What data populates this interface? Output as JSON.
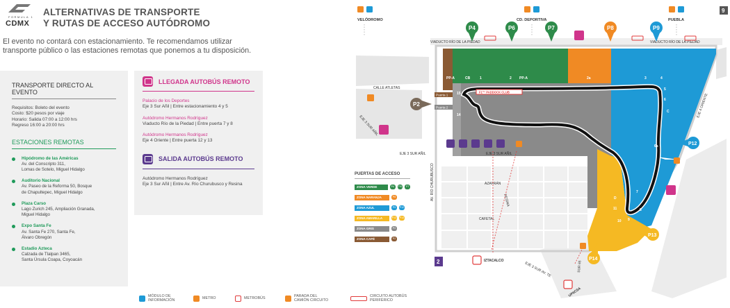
{
  "logo": {
    "formula": "FORMULA 1",
    "brand": "CDMX"
  },
  "title_line1": "ALTERNATIVAS DE TRANSPORTE",
  "title_line2": "Y RUTAS DE ACCESO AUTÓDROMO",
  "intro_line1": "El evento no contará con estacionamiento. Te recomendamos utilizar",
  "intro_line2": "transporte público o las estaciones remotas que ponemos a tu disposición.",
  "direct": {
    "title": "TRANSPORTE DIRECTO AL EVENTO",
    "lines": [
      "Requisitos: Boleto del evento",
      "Costo: $20 pesos por viaje",
      "Horario: Salida 07:00 a 12:00 hrs",
      "Regreso 16:00 a 20:00 hrs"
    ]
  },
  "remote": {
    "title": "ESTACIONES REMOTAS",
    "stations": [
      {
        "name": "Hipódromo de las Américas",
        "l1": "Av. del Conscripto 311,",
        "l2": "Lomas de Sotelo, Miguel Hidalgo"
      },
      {
        "name": "Auditorio Nacional",
        "l1": "Av. Paseo de la Reforma 50, Bosque",
        "l2": "de Chapultepec, Miguel Hidalgo"
      },
      {
        "name": "Plaza Carso",
        "l1": "Lago Zurich 245, Ampliación Granada,",
        "l2": "Miguel Hidalgo"
      },
      {
        "name": "Expo Santa Fe",
        "l1": "Av. Santa Fe 270, Santa Fe,",
        "l2": "Álvaro Obregón"
      },
      {
        "name": "Estadio Azteca",
        "l1": "Calzada de Tlalpan 3465,",
        "l2": "Santa Úrsula Coapa, Coyoacán"
      }
    ]
  },
  "arrival": {
    "title": "LLEGADA AUTOBÚS REMOTO",
    "routes": [
      {
        "name": "Palacio de los Deportes",
        "detail": "Eje 3 Sur Añil  |  Entre estacionamiento 4 y 5"
      },
      {
        "name": "Autódromo Hermanos Rodríguez",
        "detail": "Viaducto Río de la Piedad  |  Entre puerta 7 y 8"
      },
      {
        "name": "Autódromo Hermanos Rodríguez",
        "detail": "Eje 4 Oriente  |  Entre puerta 12 y 13"
      }
    ]
  },
  "departure": {
    "title": "SALIDA AUTOBÚS REMOTO",
    "route_name": "Autódromo Hermanos Rodríguez",
    "route_detail": "Eje 3 Sur Añil | Entre Av. Río Churubusco y Resina"
  },
  "map": {
    "stations_top": [
      "VELÓDROMO",
      "CD. DEPORTIVA",
      "PUEBLA"
    ],
    "top_badge": "9",
    "street_top": "VIADUCTO RÍO DE LA PIEDAD",
    "street_top2": "VIADUCTO RÍO DE LA PIEDAD",
    "street_atletas": "CALLE ATLETAS",
    "street_eje3_a": "EJE 3 SUR AÑIL",
    "street_eje3_b": "EJE 3 SUR AÑIL",
    "street_eje3_c": "EJE 3 SUR AÑIL",
    "street_churubusco": "AV. RÍO CHURUBUSCO",
    "street_resina": "RESINA",
    "street_azafran": "AZAFRÁN",
    "street_cafetal": "CAFETAL",
    "street_eje4": "EJE 4 ORIENTE",
    "street_eje3_bottom": "EJE 3 SUR AV. TE",
    "street_sur65": "SUR 65",
    "station_iztacalco": "IZTACALCO",
    "station_upicsa": "UPIICSA",
    "badge_2": "2",
    "paddock": "F1™ PADDOCK CLUB",
    "puerta1": "Puerta 1",
    "puerta2": "Puerta 2",
    "gates": [
      "P2",
      "P4",
      "P6",
      "P7",
      "P8",
      "P9",
      "P12",
      "P13",
      "P14"
    ],
    "zone_labels": [
      "PP-A",
      "CB",
      "1",
      "2",
      "PP-A",
      "2a",
      "3",
      "4",
      "5",
      "6",
      "C",
      "6a",
      "7",
      "8",
      "9",
      "10",
      "11",
      "D",
      "14",
      "15"
    ]
  },
  "legend": {
    "title": "PUERTAS DE ACCESO",
    "zones": [
      {
        "name": "ZONA VERDE",
        "color": "#2e8b4a",
        "gates": [
          "P4",
          "P6",
          "P7"
        ]
      },
      {
        "name": "ZONA NARANJA",
        "color": "#f08a24",
        "gates": [
          "P8"
        ]
      },
      {
        "name": "ZONA AZUL",
        "color": "#1e9ad6",
        "gates": [
          "P9",
          "P12"
        ]
      },
      {
        "name": "ZONA AMARILLA",
        "color": "#f5b923",
        "gates": [
          "P13",
          "P14"
        ]
      },
      {
        "name": "ZONA GRIS",
        "color": "#8a8a8a",
        "gates": [
          "P2"
        ]
      },
      {
        "name": "ZONA CAFÉ",
        "color": "#8a5a34",
        "gates": [
          "P2"
        ]
      }
    ]
  },
  "bottom_legend": [
    {
      "l1": "MÓDULO DE",
      "l2": "INFORMACIÓN"
    },
    {
      "l1": "METRO",
      "l2": ""
    },
    {
      "l1": "METROBÚS",
      "l2": ""
    },
    {
      "l1": "PARADA DEL",
      "l2": "CAMIÓN CIRCUITO"
    },
    {
      "l1": "CIRCUITO AUTOBÚS",
      "l2": "PERIFÉRICO"
    }
  ],
  "colors": {
    "pink": "#d0358b",
    "purple": "#5b3a8e",
    "green": "#2e8b4a",
    "orange": "#f08a24",
    "blue": "#1e9ad6",
    "yellow": "#f5b923",
    "gray": "#8a8a8a",
    "brown": "#8a5a34",
    "metro": "#f08a24",
    "metrobus": "#e03a3a"
  }
}
